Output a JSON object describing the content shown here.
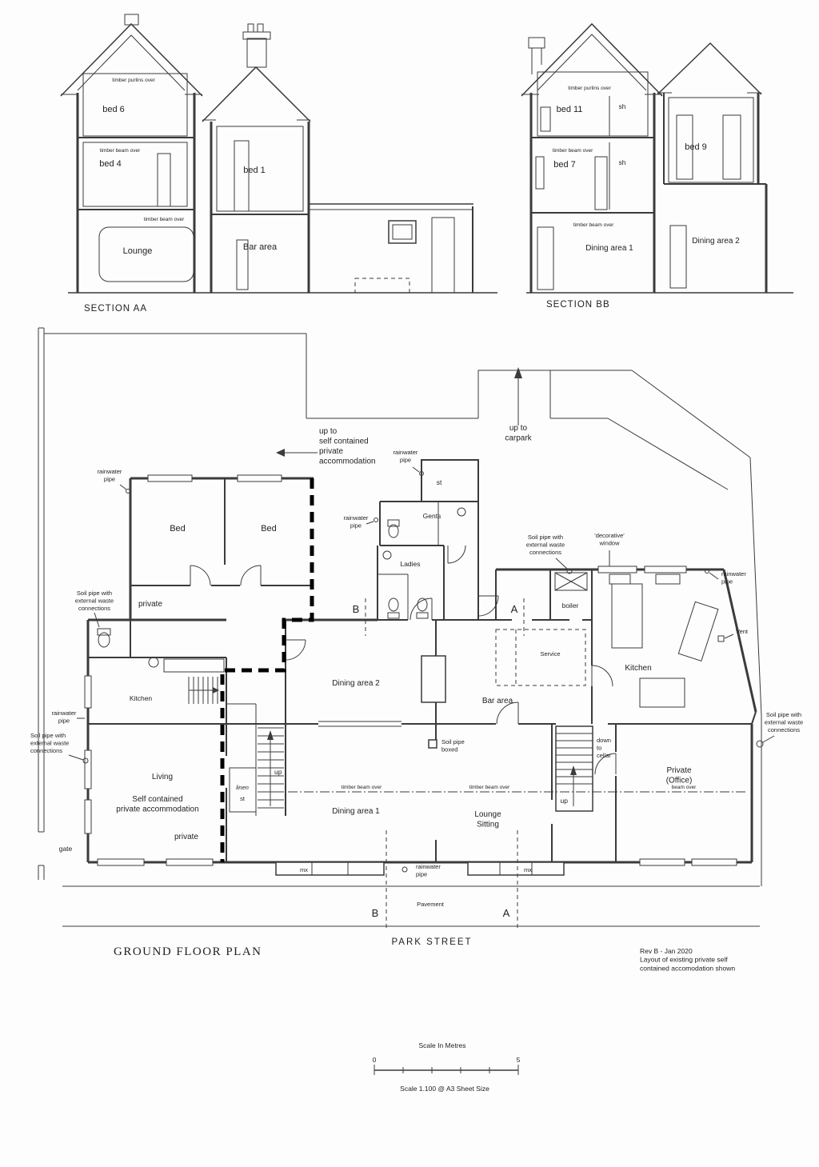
{
  "sections": {
    "aa": {
      "title": "SECTION AA",
      "timber_purlins": "timber purlins over",
      "timber_beam": "timber beam over",
      "bed6": "bed 6",
      "bed4": "bed 4",
      "bed1": "bed 1",
      "lounge": "Lounge",
      "bar_area": "Bar area"
    },
    "bb": {
      "title": "SECTION BB",
      "timber_purlins": "timber purlins over",
      "timber_beam": "timber beam over",
      "bed11": "bed 11",
      "bed7": "bed 7",
      "bed9": "bed 9",
      "sh": "sh",
      "dining1": "Dining area 1",
      "dining2": "Dining area 2"
    }
  },
  "plan": {
    "title": "GROUND FLOOR PLAN",
    "street": "PARK  STREET",
    "rooms": {
      "bed": "Bed",
      "private": "private",
      "kitchen": "Kitchen",
      "living": "Living",
      "self_contained": [
        "Self contained",
        "private accommodation"
      ],
      "dining2": "Dining area 2",
      "dining1": "Dining area 1",
      "bar": "Bar area",
      "service": "Service",
      "lounge": [
        "Lounge",
        "Sitting"
      ],
      "office": [
        "Private",
        "(Office)"
      ],
      "boiler": "boiler",
      "st": "st",
      "gents": "Gents",
      "ladies": "Ladies",
      "linen": "linen"
    },
    "stairs": {
      "up": "up",
      "down_to_cellar": [
        "down",
        "to",
        "cellar"
      ]
    },
    "notes": {
      "up_to_private": [
        "up to",
        "self contained",
        "private",
        "accommodation"
      ],
      "up_to_carpark": [
        "up to",
        "carpark"
      ],
      "rainwater_pipe": [
        "rainwater",
        "pipe"
      ],
      "soil_pipe": [
        "Soil pipe with",
        "external waste",
        "connections"
      ],
      "decorative_window": [
        "'decorative'",
        "window"
      ],
      "vent": "Vent",
      "soil_pipe_boxed": [
        "Soil pipe",
        "boxed"
      ],
      "timber_beam_over": "timber beam over",
      "beam_over": "beam over",
      "gate": "gate",
      "mx": "mx",
      "pavement": "Pavement"
    },
    "markers": {
      "a": "A",
      "b": "B"
    }
  },
  "footer": {
    "rev_lines": [
      "Rev B - Jan 2020",
      "Layout of existing private self",
      "contained accomodation shown"
    ],
    "scale_title": "Scale In Metres",
    "scale_note": "Scale  1.100 @ A3 Sheet  Size",
    "scale_min": "0",
    "scale_max": "5"
  },
  "colors": {
    "ink": "#3b3b3b",
    "paper": "#fdfdfd"
  }
}
